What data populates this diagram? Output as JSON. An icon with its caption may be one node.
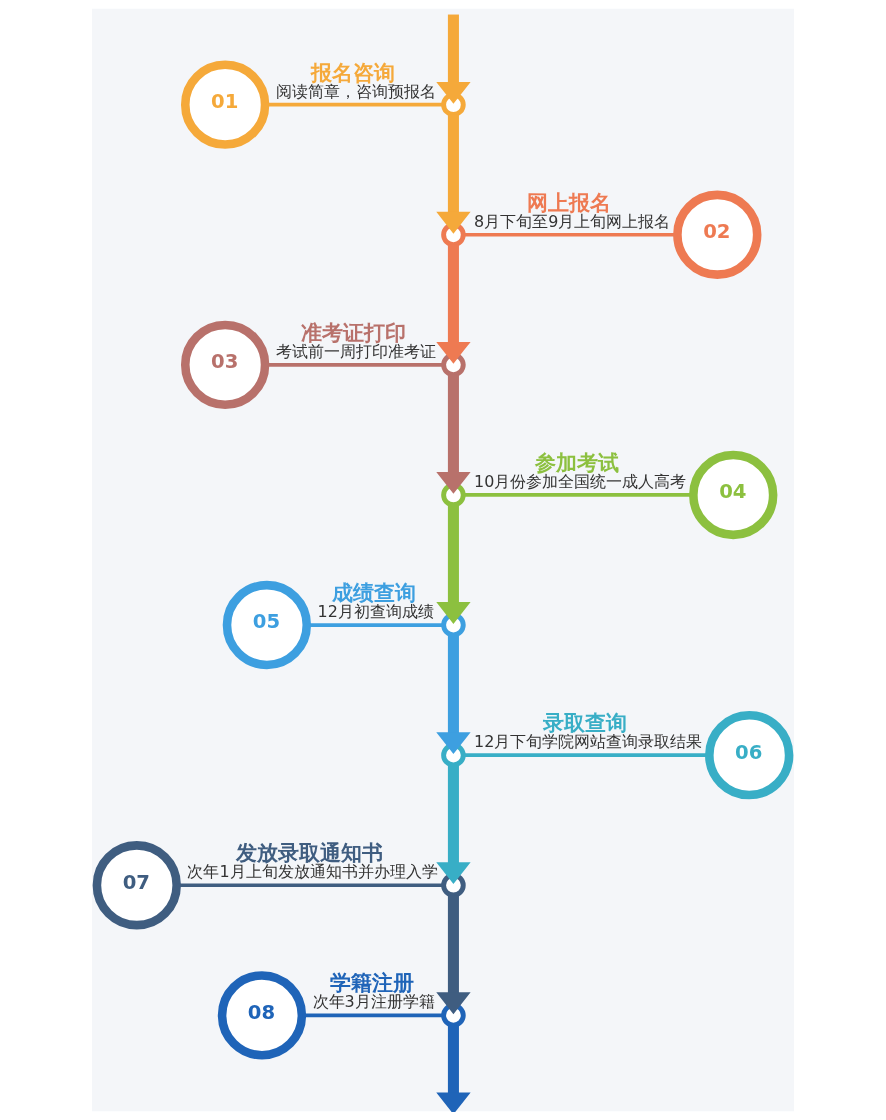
{
  "diagram": {
    "nodes": [
      {
        "text": [
          "01"
        ],
        "beside": [
          "报名咨询",
          "阅读简章，咨询预报名"
        ]
      },
      {
        "text": [],
        "shape": "circle"
      },
      {
        "text": [
          "02"
        ],
        "beside": [
          "网上报名",
          "8月下旬至9月上旬网上报名"
        ]
      },
      {
        "text": [],
        "shape": "circle"
      },
      {
        "text": [
          "03"
        ],
        "beside": [
          "准考证打印",
          "考试前一周打印准考证"
        ]
      },
      {
        "text": [],
        "shape": "circle"
      },
      {
        "text": [
          "04"
        ],
        "beside": [
          "参加考试",
          "10月份参加全国统一成人高考"
        ]
      },
      {
        "text": [],
        "shape": "circle"
      },
      {
        "text": [
          "05"
        ],
        "beside": [
          "成绩查询",
          "12月初查询成绩"
        ]
      },
      {
        "text": [],
        "shape": "circle"
      },
      {
        "text": [
          "06"
        ],
        "beside": [
          "录取查询",
          "12月下旬学院网站查询录取结果"
        ]
      },
      {
        "text": [],
        "shape": "circle"
      },
      {
        "text": [
          "07"
        ],
        "beside": [
          "发放录取通知书",
          "次年1月上旬发放通知书并办理入学"
        ]
      },
      {
        "text": [],
        "shape": "circle"
      },
      {
        "text": [
          "08"
        ],
        "beside": [
          "学籍注册",
          "次年3月注册学籍"
        ]
      },
      {
        "text": [],
        "shape": "circle"
      }
    ],
    "edges": [
      {
        "from": null,
        "to": 1,
        "arrow": "to",
        "color": "#f5a93a"
      },
      {
        "from": 0,
        "to": 1,
        "arrow": "none",
        "color": "#f5a93a"
      },
      {
        "from": 1,
        "to": 3,
        "arrow": "to",
        "color": "#f5a93a"
      },
      {
        "from": 3,
        "to": 2,
        "arrow": "none",
        "color": "#ee7a52"
      },
      {
        "from": 3,
        "to": 5,
        "arrow": "to",
        "color": "#ee7a52"
      },
      {
        "from": 4,
        "to": 5,
        "arrow": "none",
        "color": "#b8716b"
      },
      {
        "from": 5,
        "to": 7,
        "arrow": "to",
        "color": "#b8716b"
      },
      {
        "from": 7,
        "to": 6,
        "arrow": "none",
        "color": "#8cc03f"
      },
      {
        "from": 7,
        "to": 9,
        "arrow": "to",
        "color": "#8cc03f"
      },
      {
        "from": 8,
        "to": 9,
        "arrow": "none",
        "color": "#3d9fe0"
      },
      {
        "from": 9,
        "to": 11,
        "arrow": "to",
        "color": "#3d9fe0"
      },
      {
        "from": 11,
        "to": 10,
        "arrow": "none",
        "color": "#38aec6"
      },
      {
        "from": 11,
        "to": 13,
        "arrow": "to",
        "color": "#38aec6"
      },
      {
        "from": 12,
        "to": 13,
        "arrow": "none",
        "color": "#3f5d80"
      },
      {
        "from": 13,
        "to": 15,
        "arrow": "to",
        "color": "#3f5d80"
      },
      {
        "from": 14,
        "to": 15,
        "arrow": "none",
        "color": "#1f64b8"
      },
      {
        "from": 15,
        "to": null,
        "arrow": "to",
        "color": "#1f64b8"
      }
    ]
  }
}
